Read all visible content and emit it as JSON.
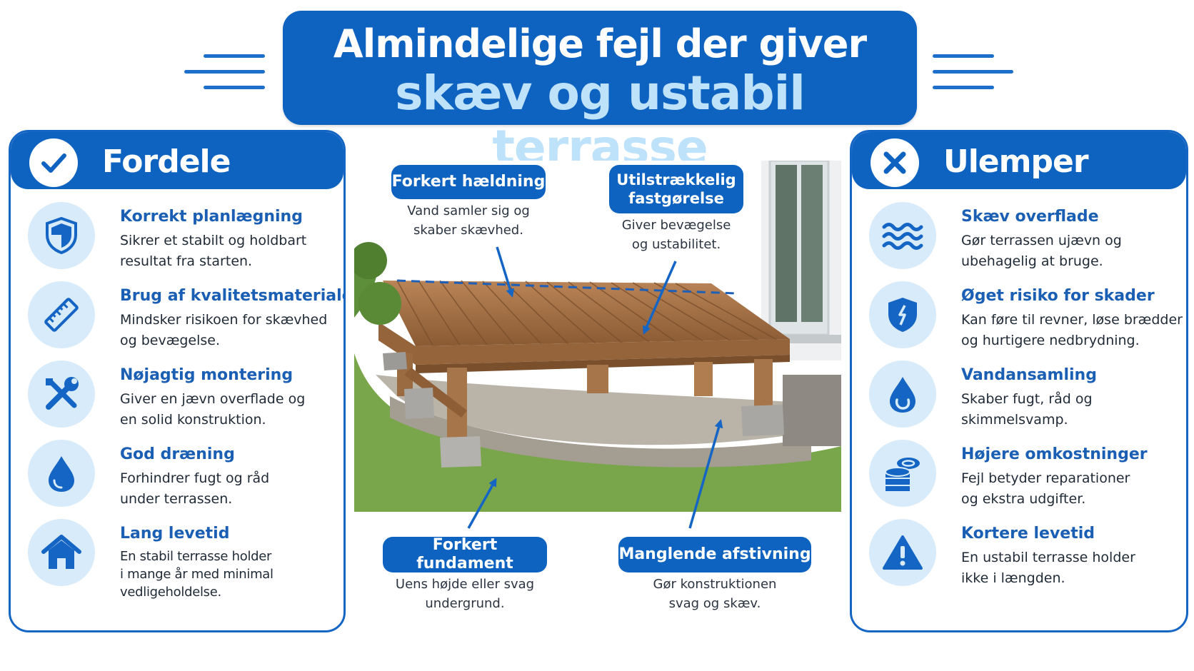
{
  "title": {
    "line1": "Almindelige fejl der giver",
    "line2": "skæv og ustabil terrasse"
  },
  "colors": {
    "primary": "#0f63c0",
    "title_highlight": "#bfe2fb",
    "icon_background": "#d8ebfa",
    "item_title": "#1a5fb4"
  },
  "pros": {
    "heading": "Fordele",
    "head_icon": "check-icon",
    "items": [
      {
        "icon": "shield-icon",
        "title": "Korrekt planlægning",
        "text": "Sikrer et stabilt og holdbart\nresultat fra starten."
      },
      {
        "icon": "ruler-icon",
        "title": "Brug af kvalitetsmaterialer",
        "text": "Mindsker risikoen for skævhed\nog bevægelse."
      },
      {
        "icon": "tools-icon",
        "title": "Nøjagtig montering",
        "text": "Giver en jævn overflade og\nen solid konstruktion."
      },
      {
        "icon": "water-drop-icon",
        "title": "God dræning",
        "text": "Forhindrer fugt og råd\nunder terrassen."
      },
      {
        "icon": "house-icon",
        "title": "Lang levetid",
        "text": "En stabil terrasse holder\ni mange år med minimal vedligeholdelse."
      }
    ]
  },
  "cons": {
    "heading": "Ulemper",
    "head_icon": "cross-icon",
    "items": [
      {
        "icon": "waves-icon",
        "title": "Skæv overflade",
        "text": "Gør terrassen ujævn og\nubehagelig at bruge."
      },
      {
        "icon": "broken-shield-icon",
        "title": "Øget risiko for skader",
        "text": "Kan føre til revner, løse brædder\nog hurtigere nedbrydning."
      },
      {
        "icon": "moisture-drop-icon",
        "title": "Vandansamling",
        "text": "Skaber fugt, råd og\nskimmelsvamp."
      },
      {
        "icon": "coins-icon",
        "title": "Højere omkostninger",
        "text": "Fejl betyder reparationer\nog ekstra udgifter."
      },
      {
        "icon": "warning-icon",
        "title": "Kortere levetid",
        "text": "En ustabil terrasse holder\nikke i længden."
      }
    ]
  },
  "callouts": [
    {
      "label": "Forkert hældning",
      "desc": "Vand samler sig og\nskaber skævhed."
    },
    {
      "label": "Utilstrækkelig\nfastgørelse",
      "desc": "Giver bevægelse\nog ustabilitet."
    },
    {
      "label": "Forkert fundament",
      "desc": "Uens højde eller svag\nundergrund."
    },
    {
      "label": "Manglende afstivning",
      "desc": "Gør konstruktionen\nsvag og skæv."
    }
  ]
}
